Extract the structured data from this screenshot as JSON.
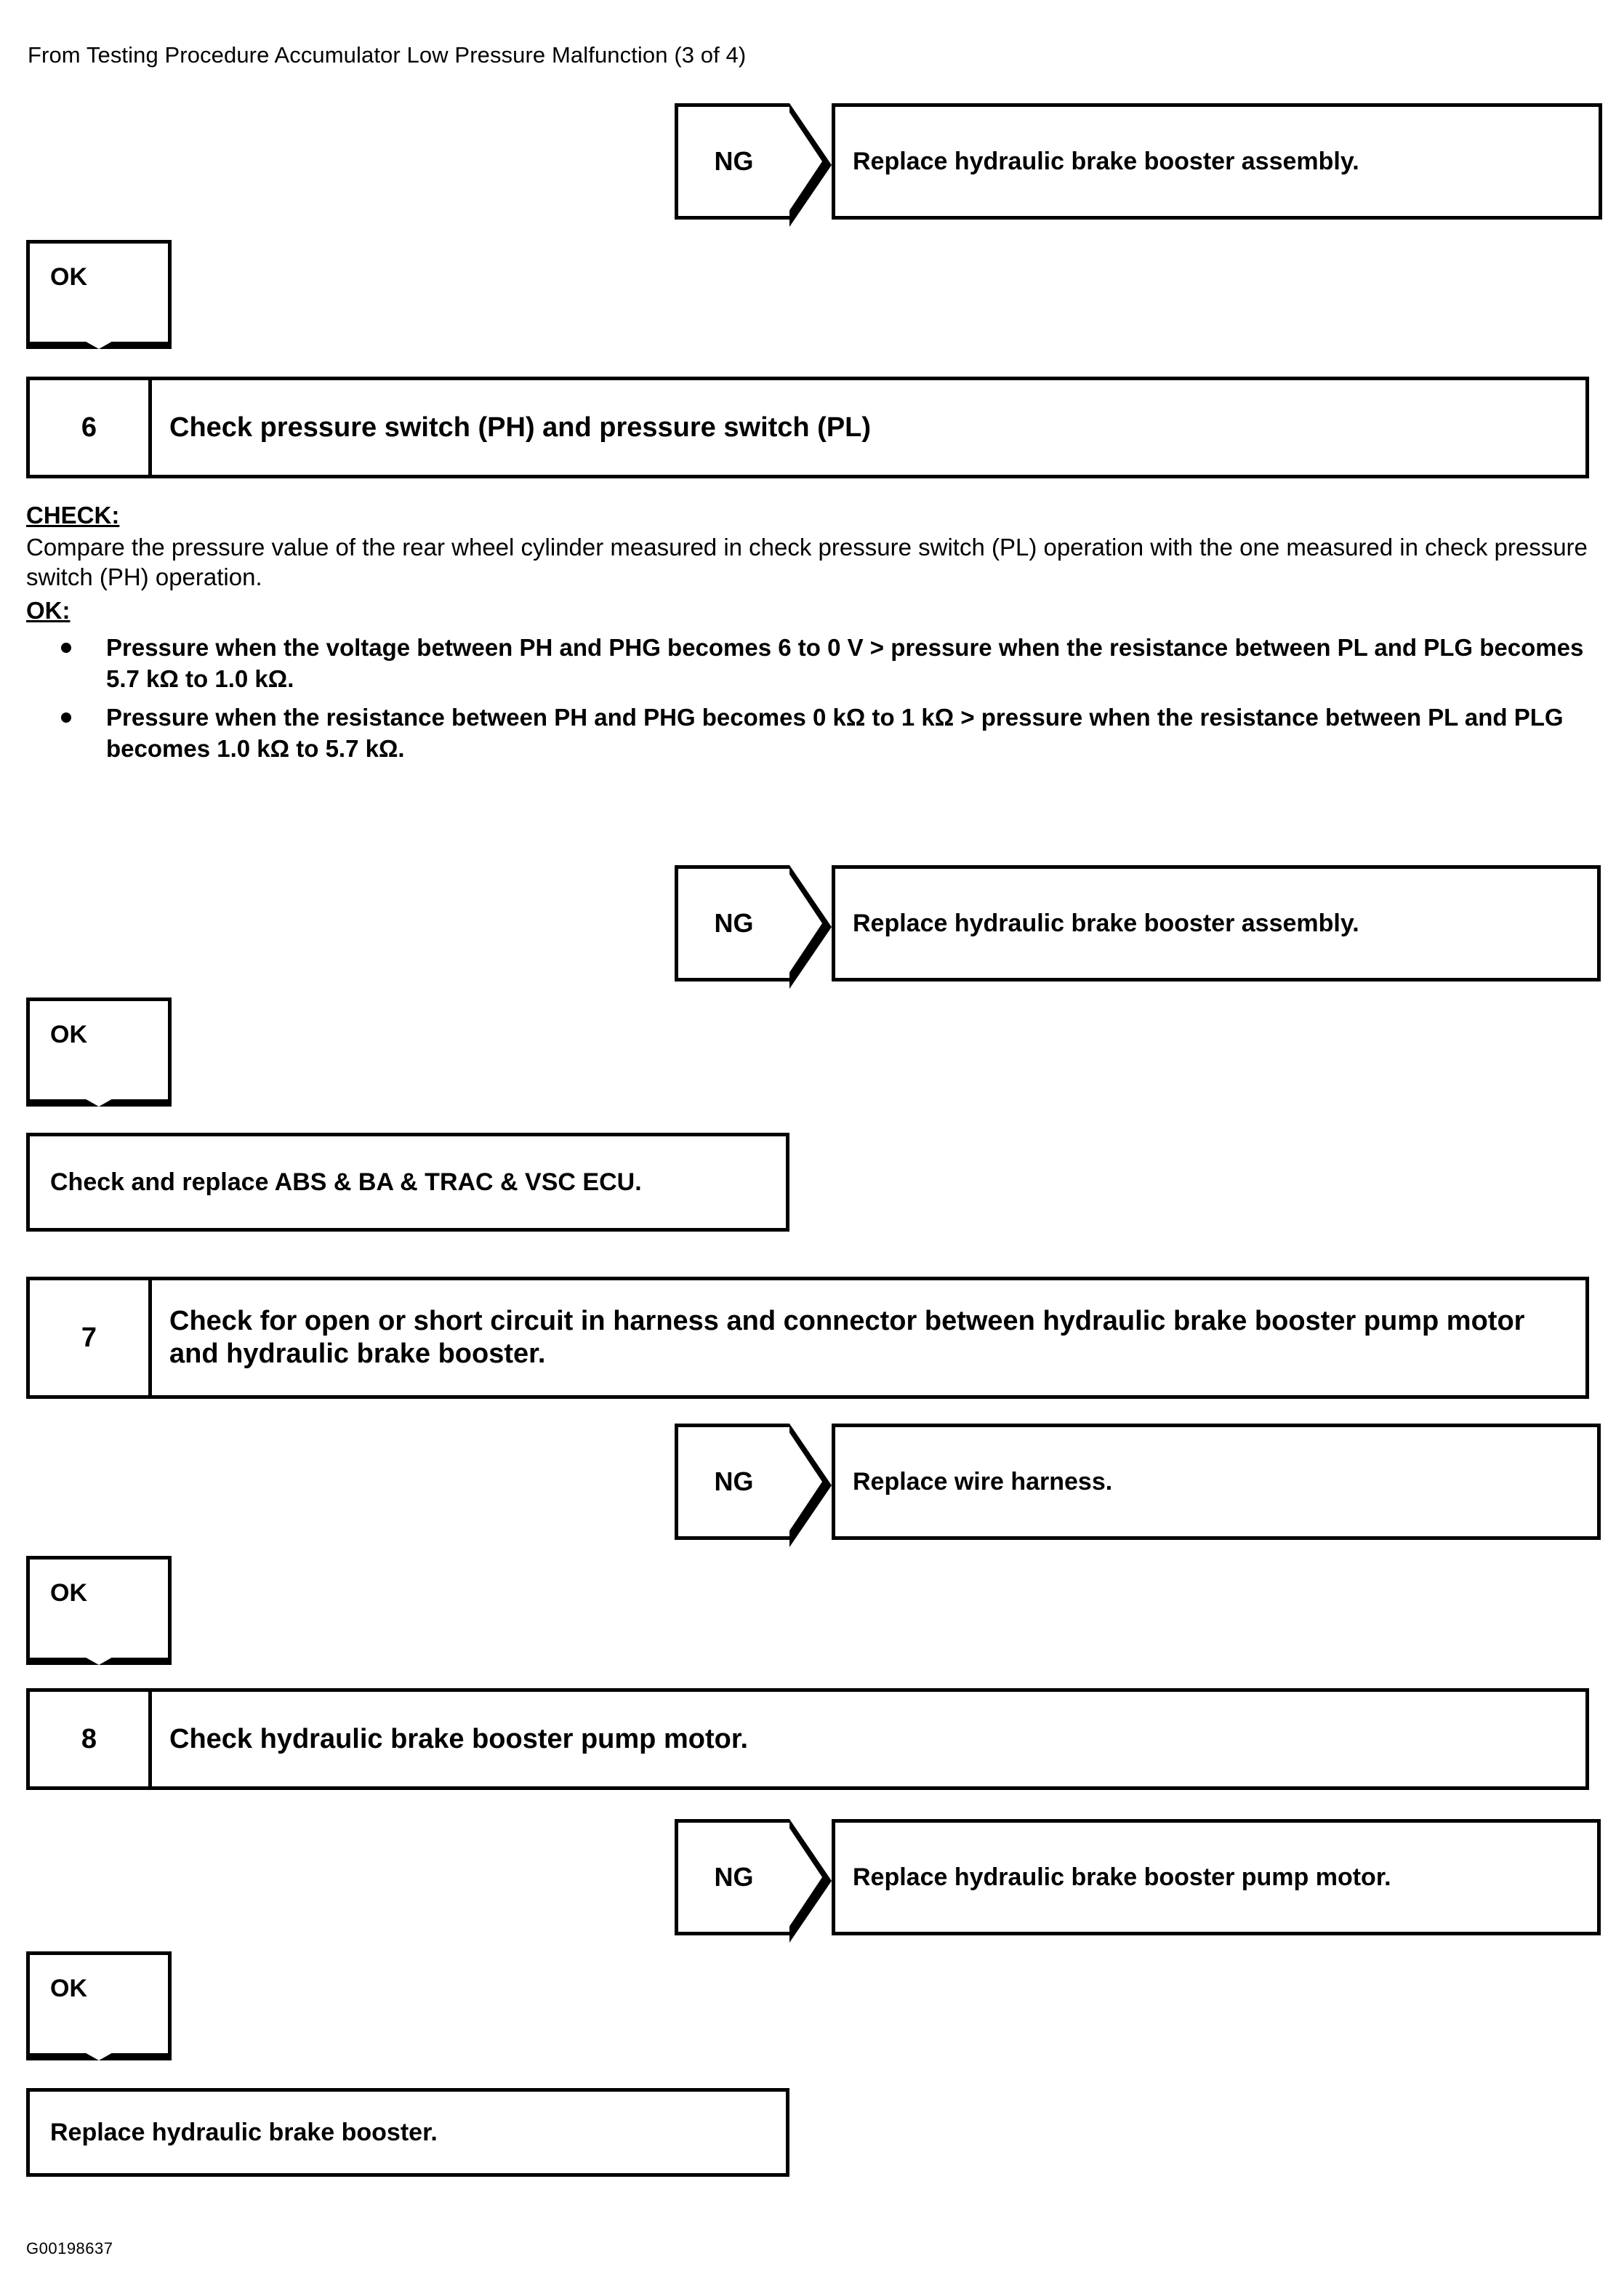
{
  "document": {
    "header": "From Testing Procedure Accumulator Low Pressure Malfunction (3 of 4)",
    "footer_code": "G00198637"
  },
  "labels": {
    "ng": "NG",
    "ok": "OK",
    "check_label": "CHECK:",
    "ok_label": "OK:"
  },
  "flow": {
    "ng_result_1": "Replace hydraulic brake booster assembly.",
    "ng_result_2": "Replace hydraulic brake booster assembly.",
    "ng_result_3": "Replace wire harness.",
    "ng_result_4": "Replace hydraulic brake booster pump motor.",
    "terminal_1": "Check and replace ABS & BA & TRAC & VSC ECU.",
    "terminal_2": "Replace hydraulic brake booster."
  },
  "steps": [
    {
      "number": "6",
      "title": "Check pressure switch (PH) and pressure switch (PL)"
    },
    {
      "number": "7",
      "title": "Check for open or short circuit in harness and connector between hydraulic brake booster pump motor and hydraulic brake booster."
    },
    {
      "number": "8",
      "title": "Check hydraulic brake booster pump motor."
    }
  ],
  "check_section": {
    "check_text": "Compare the pressure value of the rear wheel cylinder measured in check pressure switch (PL) operation with the one measured in check pressure switch (PH) operation.",
    "bullets": [
      "Pressure when the voltage between PH and PHG becomes 6 to 0 V  >  pressure when the resistance between PL and PLG becomes 5.7 kΩ to 1.0 kΩ.",
      "Pressure when the resistance between PH and PHG becomes 0 kΩ to 1 kΩ  >  pressure when the resistance between PL and PLG becomes 1.0 kΩ to 5.7 kΩ."
    ]
  }
}
